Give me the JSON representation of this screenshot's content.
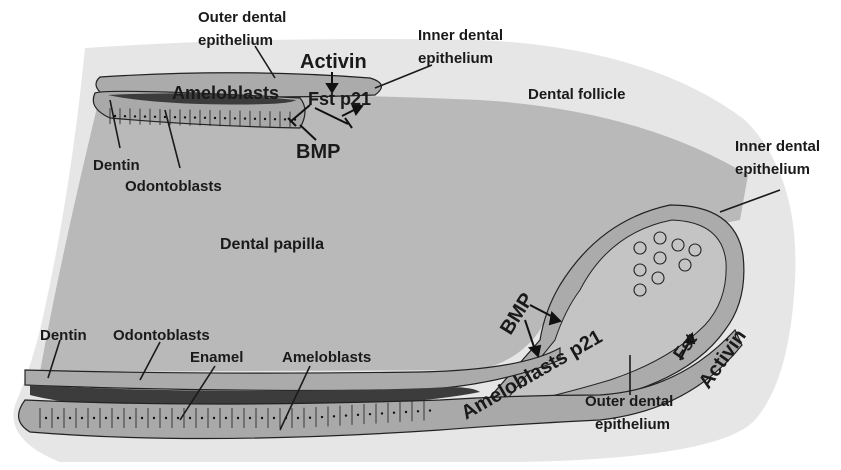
{
  "labels": {
    "top_outer_dental": [
      "Outer dental",
      "epithelium"
    ],
    "top_activin": "Activin",
    "top_inner_dental": [
      "Inner dental",
      "epithelium"
    ],
    "top_ameloblasts": "Ameloblasts",
    "top_fst_p21": "Fst p21",
    "dental_follicle": "Dental follicle",
    "top_dentin": "Dentin",
    "top_odontoblasts": "Odontoblasts",
    "top_bmp": "BMP",
    "right_inner_dental": [
      "Inner dental",
      "epithelium"
    ],
    "dental_papilla": "Dental papilla",
    "bottom_bmp": "BMP",
    "bottom_ameloblasts_p21": "Ameloblasts p21",
    "bottom_fst": "Fst",
    "bottom_activin": "Activin",
    "bottom_dentin": "Dentin",
    "bottom_odontoblasts": "Odontoblasts",
    "bottom_enamel": "Enamel",
    "bottom_ameloblasts": "Ameloblasts",
    "bottom_outer_dental": [
      "Outer dental",
      "epithelium"
    ]
  },
  "colors": {
    "follicle": "#e6e6e6",
    "papilla": "#b9b9b9",
    "epithelium": "#a9a9a9",
    "dentin": "#3c3c3c",
    "stellate": "#c4c4c4"
  }
}
